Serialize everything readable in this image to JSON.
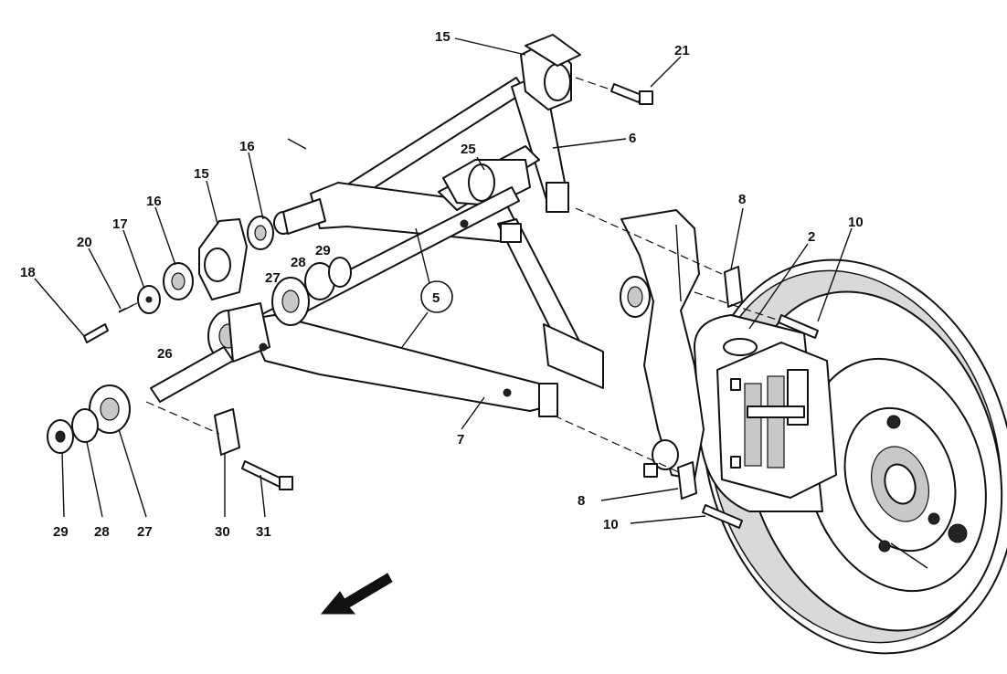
{
  "callouts": [
    {
      "id": "c15a",
      "text": "15"
    },
    {
      "id": "c21",
      "text": "21"
    },
    {
      "id": "c6",
      "text": "6"
    },
    {
      "id": "c25",
      "text": "25"
    },
    {
      "id": "c16a",
      "text": "16"
    },
    {
      "id": "c15b",
      "text": "15"
    },
    {
      "id": "c16b",
      "text": "16"
    },
    {
      "id": "c17",
      "text": "17"
    },
    {
      "id": "c20",
      "text": "20"
    },
    {
      "id": "c18",
      "text": "18"
    },
    {
      "id": "c28a",
      "text": "28"
    },
    {
      "id": "c29a",
      "text": "29"
    },
    {
      "id": "c27a",
      "text": "27"
    },
    {
      "id": "c5",
      "text": "5"
    },
    {
      "id": "c26",
      "text": "26"
    },
    {
      "id": "c8a",
      "text": "8"
    },
    {
      "id": "c10a",
      "text": "10"
    },
    {
      "id": "c2",
      "text": "2"
    },
    {
      "id": "c7",
      "text": "7"
    },
    {
      "id": "c29b",
      "text": "29"
    },
    {
      "id": "c28b",
      "text": "28"
    },
    {
      "id": "c27b",
      "text": "27"
    },
    {
      "id": "c30",
      "text": "30"
    },
    {
      "id": "c31",
      "text": "31"
    },
    {
      "id": "c8b",
      "text": "8"
    },
    {
      "id": "c10b",
      "text": "10"
    }
  ],
  "icons": {
    "direction_arrow": "arrow-down-left-icon"
  }
}
